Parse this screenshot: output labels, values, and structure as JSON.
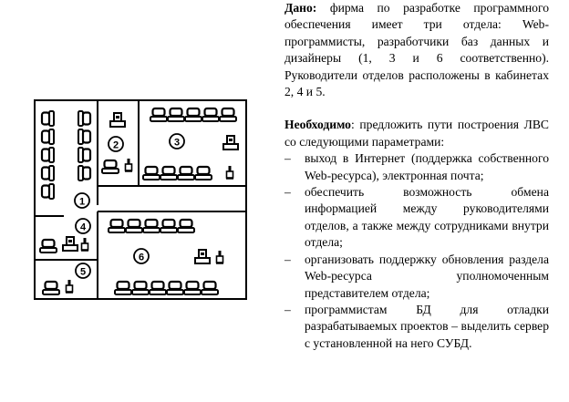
{
  "diagram": {
    "room_labels": [
      "1",
      "2",
      "3",
      "4",
      "5",
      "6"
    ],
    "stroke_color": "#000000",
    "workstation_icon": "workstation-icon",
    "server_icon": "server-icon",
    "manager_icon": "manager-desk-icon"
  },
  "text": {
    "given_label": "Дано:",
    "given_body": " фирма по разработке программного обеспечения имеет три отдела: Web-программисты, разработчики баз данных и дизайнеры (1, 3 и 6 соответственно). Руководители отделов расположены в кабинетах 2, 4 и 5.",
    "required_label": "Необходимо",
    "required_body": ": предложить пути построения ЛВС со следующими параметрами:",
    "bullet_marker": "–",
    "bullets": [
      "выход в Интернет (поддержка собственного Web-ресурса), электронная почта;",
      "обеспечить возможность обмена информацией между руководителями отделов, а также между сотрудниками внутри отдела;",
      "организовать поддержку обновления раздела Web-ресурса уполномоченным представителем отдела;",
      "программистам БД для отладки разрабатываемых проектов – выделить сервер с установленной на него СУБД."
    ]
  }
}
